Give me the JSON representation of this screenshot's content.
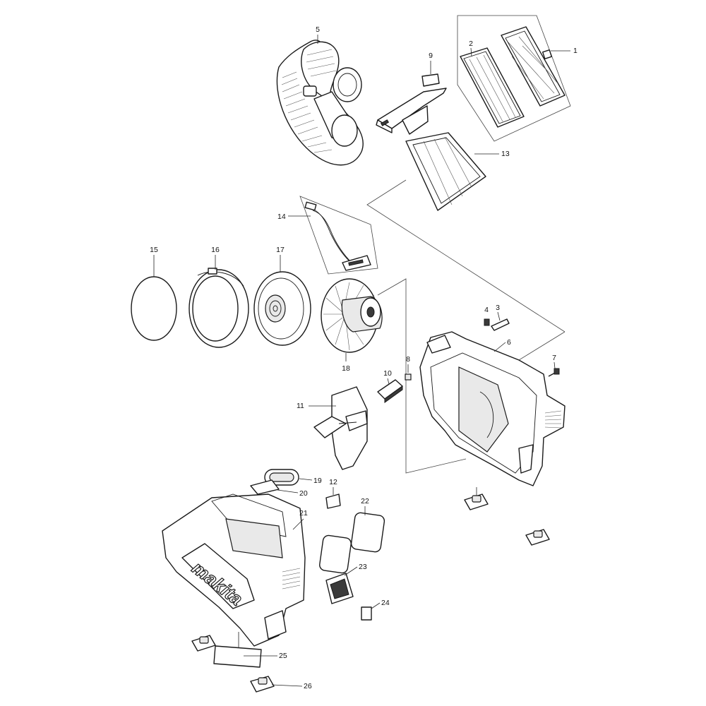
{
  "diagram": {
    "brand_logo_text": "makita",
    "callouts": [
      "1",
      "2",
      "3",
      "4",
      "5",
      "6",
      "7",
      "8",
      "9",
      "10",
      "11",
      "12",
      "13",
      "14",
      "15",
      "16",
      "17",
      "18",
      "19",
      "20",
      "21",
      "22",
      "23",
      "24",
      "25",
      "26"
    ]
  }
}
